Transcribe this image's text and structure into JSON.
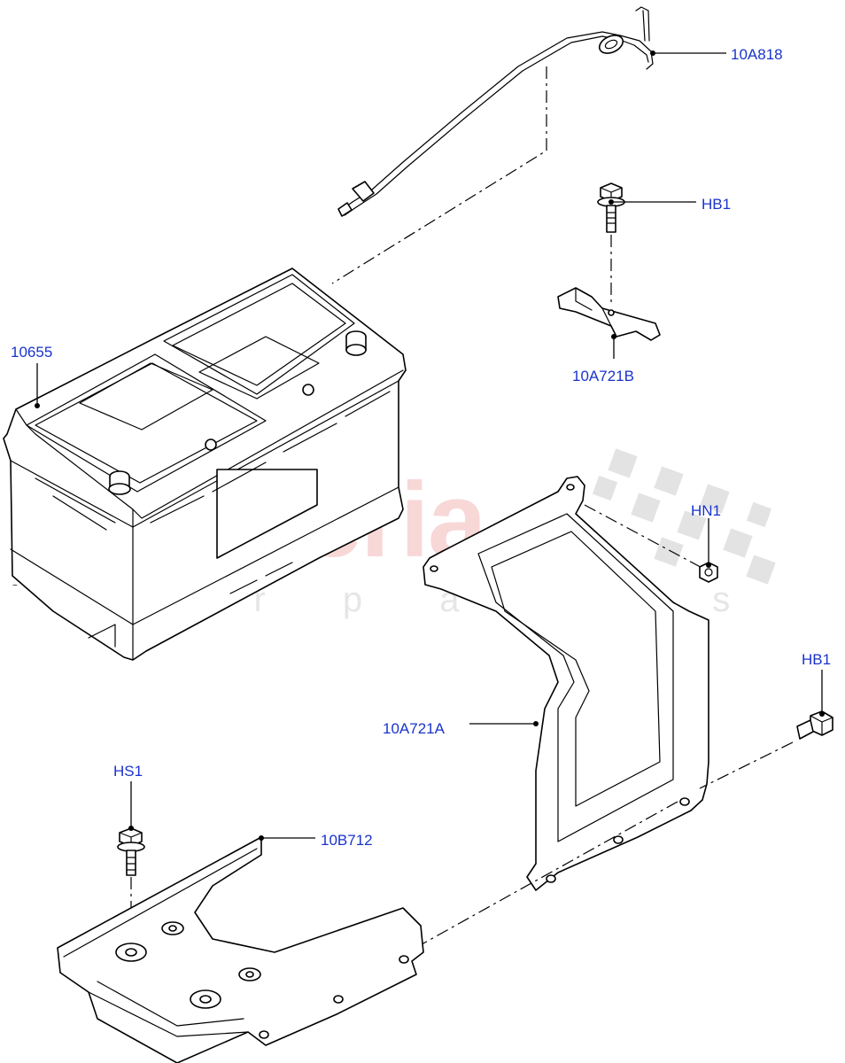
{
  "watermark": {
    "brand": "scuderia",
    "tagline": "c a r p a r t s"
  },
  "callouts": [
    {
      "id": "10A818",
      "label": "10A818"
    },
    {
      "id": "HB1-top",
      "label": "HB1"
    },
    {
      "id": "10A721B",
      "label": "10A721B"
    },
    {
      "id": "10655",
      "label": "10655"
    },
    {
      "id": "HN1",
      "label": "HN1"
    },
    {
      "id": "HB1-right",
      "label": "HB1"
    },
    {
      "id": "10A721A",
      "label": "10A721A"
    },
    {
      "id": "HS1",
      "label": "HS1"
    },
    {
      "id": "10B712",
      "label": "10B712"
    }
  ],
  "colors": {
    "callout_text": "#1a33cc",
    "line_art": "#000000",
    "watermark_red": "#f4b8b8"
  }
}
